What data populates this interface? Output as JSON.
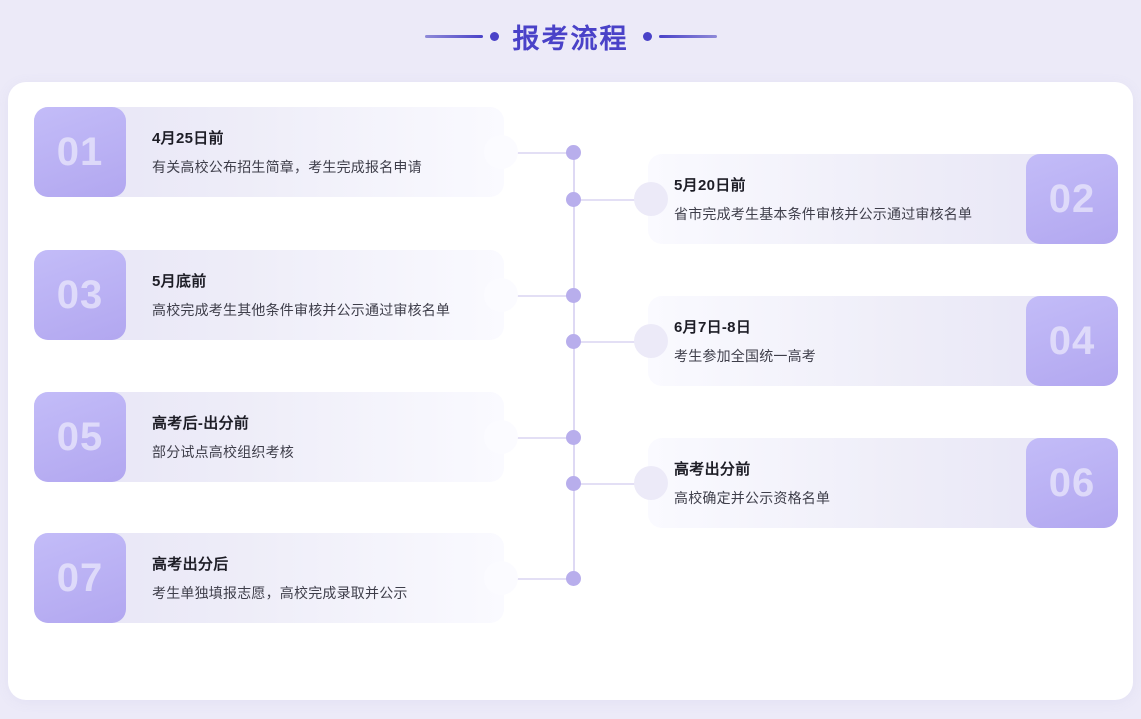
{
  "page": {
    "background_color": "#eceaf8",
    "panel_color": "#ffffff"
  },
  "header": {
    "title": "报考流程",
    "title_color": "#4a42c8",
    "decoration_left": "line-dot-decoration",
    "decoration_right": "dot-line-decoration"
  },
  "timeline": {
    "rail_color": "#ded9f4",
    "dot_color": "#b8aeec",
    "badge_color": "#b2a7f0",
    "steps": [
      {
        "number": "01",
        "side": "left",
        "title": "4月25日前",
        "desc": "有关高校公布招生简章，考生完成报名申请"
      },
      {
        "number": "02",
        "side": "right",
        "title": "5月20日前",
        "desc": "省市完成考生基本条件审核并公示通过审核名单"
      },
      {
        "number": "03",
        "side": "left",
        "title": "5月底前",
        "desc": "高校完成考生其他条件审核并公示通过审核名单"
      },
      {
        "number": "04",
        "side": "right",
        "title": "6月7日-8日",
        "desc": "考生参加全国统一高考"
      },
      {
        "number": "05",
        "side": "left",
        "title": "高考后-出分前",
        "desc": "部分试点高校组织考核"
      },
      {
        "number": "06",
        "side": "right",
        "title": "高考出分前",
        "desc": "高校确定并公示资格名单"
      },
      {
        "number": "07",
        "side": "left",
        "title": "高考出分后",
        "desc": "考生单独填报志愿，高校完成录取并公示"
      }
    ]
  }
}
